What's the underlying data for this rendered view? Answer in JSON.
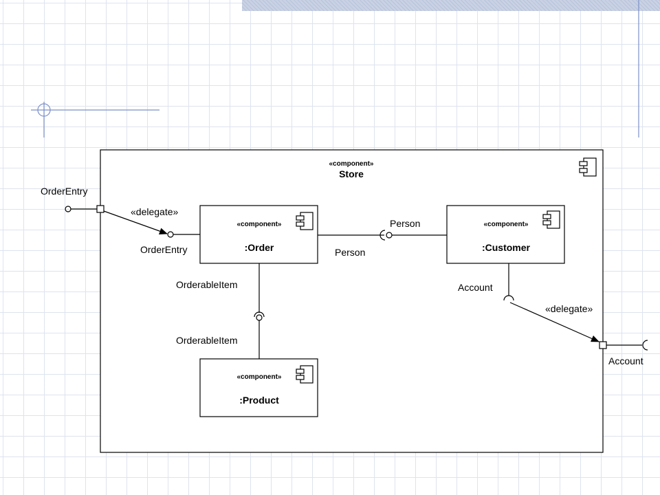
{
  "container": {
    "stereotype": "«component»",
    "name": "Store"
  },
  "components": {
    "order": {
      "stereotype": "«component»",
      "name": ":Order"
    },
    "customer": {
      "stereotype": "«component»",
      "name": ":Customer"
    },
    "product": {
      "stereotype": "«component»",
      "name": ":Product"
    }
  },
  "labels": {
    "order_entry_external": "OrderEntry",
    "order_entry_internal": "OrderEntry",
    "delegate_left": "«delegate»",
    "person_required": "Person",
    "person_provided": "Person",
    "orderable_item_top": "OrderableItem",
    "orderable_item_bottom": "OrderableItem",
    "account_internal": "Account",
    "delegate_right": "«delegate»",
    "account_external": "Account"
  },
  "colors": {
    "grid": "#dde3ee",
    "deco": "#7c90c8",
    "stroke": "#000000"
  }
}
